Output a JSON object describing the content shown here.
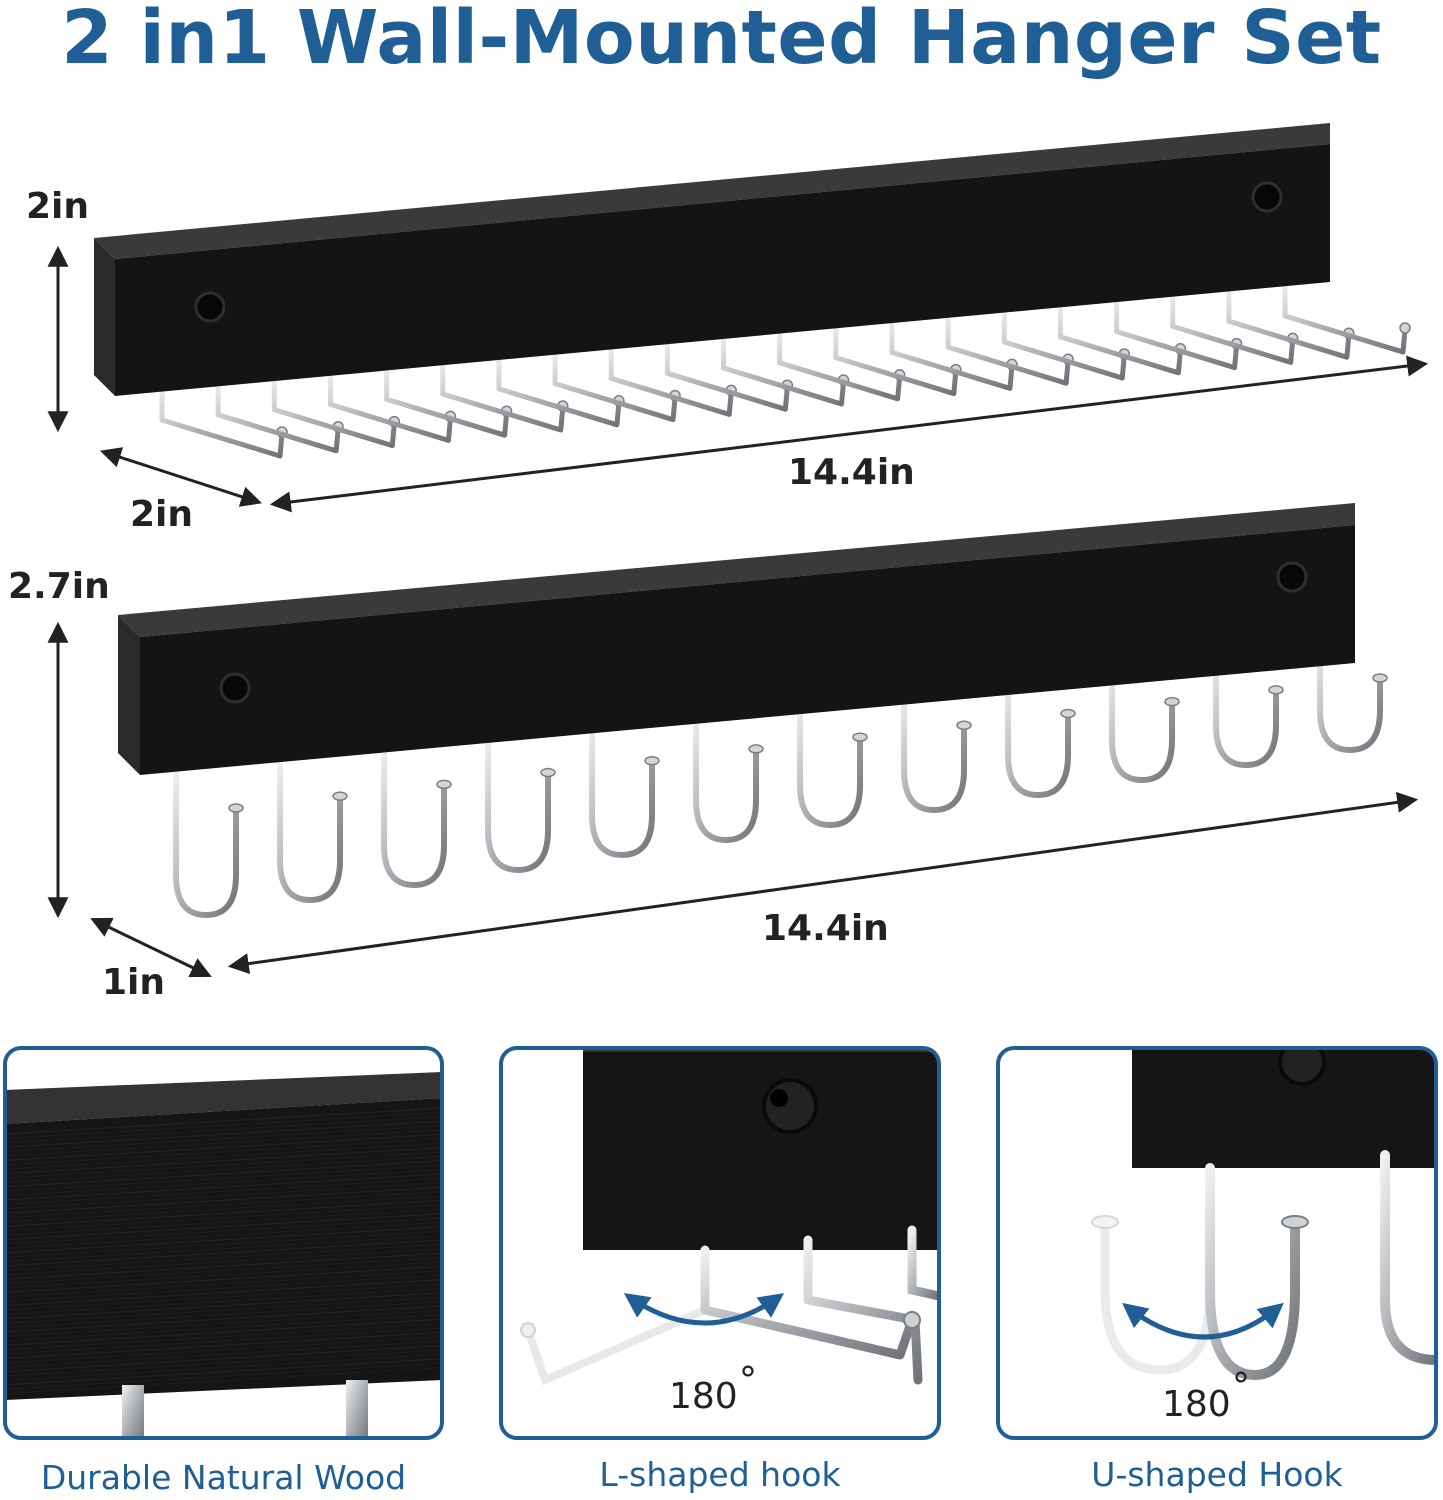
{
  "title": "2 in1 Wall-Mounted Hanger Set",
  "colors": {
    "accent": "#1f5f96",
    "wood": "#141414",
    "steel": "#b9bdc1",
    "ink": "#222222"
  },
  "product_top": {
    "height_label": "2in",
    "depth_label": "2in",
    "length_label": "14.4in",
    "hook_shape": "L-shaped",
    "hook_count": 21
  },
  "product_bottom": {
    "height_label": "2.7in",
    "depth_label": "1in",
    "length_label": "14.4in",
    "hook_shape": "U-shaped",
    "hook_count": 12
  },
  "panels": [
    {
      "caption": "Durable Natural Wood",
      "icon": "wood-grain-icon"
    },
    {
      "caption": "L-shaped hook",
      "rotation_label": "180",
      "degree_symbol": "°",
      "icon": "rotate-arrow-icon"
    },
    {
      "caption": "U-shaped Hook",
      "rotation_label": "180",
      "degree_symbol": "°",
      "icon": "rotate-arrow-icon"
    }
  ]
}
